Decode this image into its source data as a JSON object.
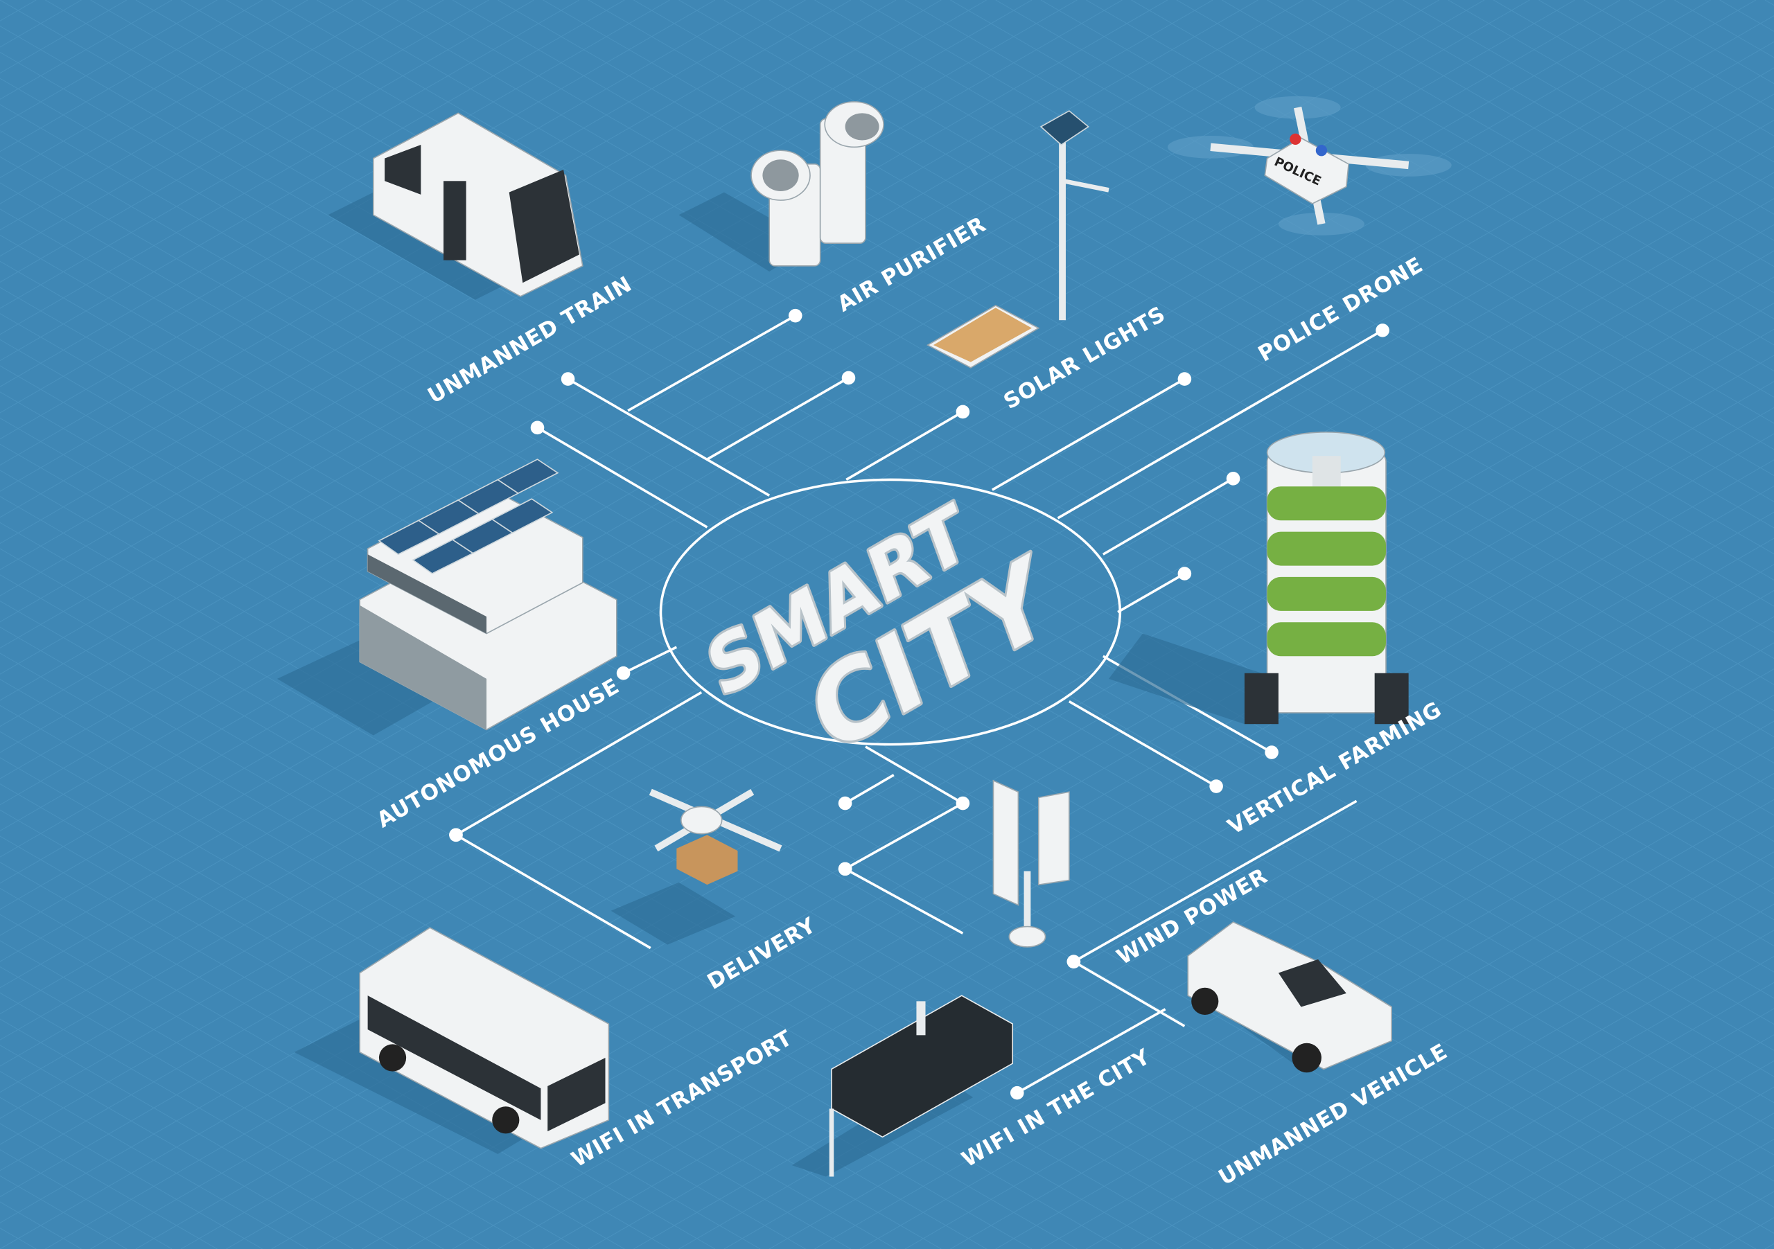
{
  "title": {
    "line1": "SMART",
    "line2": "CITY"
  },
  "labels": {
    "unmanned_train": "UNMANNED TRAIN",
    "air_purifier": "AIR PURIFIER",
    "solar_lights": "SOLAR LIGHTS",
    "police_drone": "POLICE DRONE",
    "autonomous_house": "AUTONOMOUS HOUSE",
    "vertical_farming": "VERTICAL FARMING",
    "wind_power": "WIND POWER",
    "delivery": "DELIVERY",
    "wifi_in_transport": "WIFI IN TRANSPORT",
    "wifi_in_the_city": "WIFI IN THE CITY",
    "unmanned_vehicle": "UNMANNED VEHICLE"
  },
  "drone_badge": "POLICE",
  "colors": {
    "background": "#3f87b5",
    "accent": "#ffffff"
  }
}
